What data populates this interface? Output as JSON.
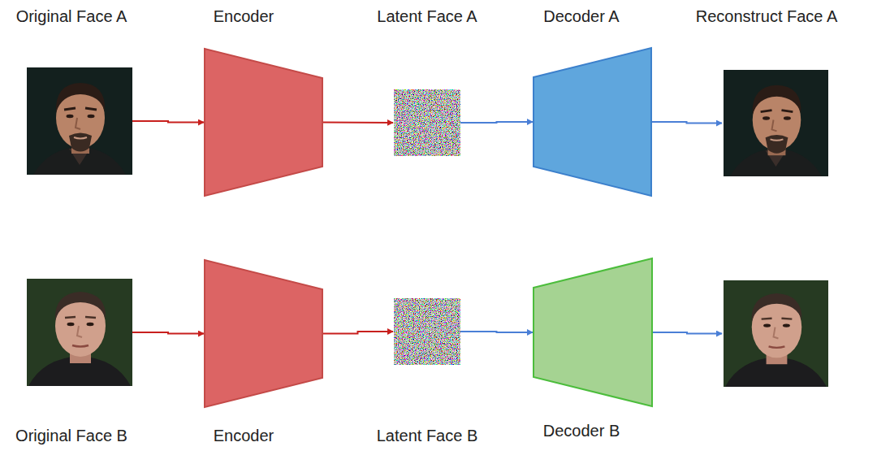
{
  "diagram": {
    "nodes": [
      {
        "text": [
          "Original Face A"
        ]
      },
      {
        "text": [
          "Encoder"
        ]
      },
      {
        "text": [
          "Latent Face A"
        ]
      },
      {
        "text": [
          "Decoder A"
        ]
      },
      {
        "text": [
          "Reconstruct Face A"
        ]
      },
      {
        "text": [
          "Original Face B"
        ]
      },
      {
        "text": [
          "Encoder"
        ]
      },
      {
        "text": [
          "Latent Face B"
        ]
      },
      {
        "text": [
          "Decoder B"
        ]
      },
      {
        "text": []
      }
    ],
    "edges": [
      {
        "from": 0,
        "to": 1,
        "arrow": "to"
      },
      {
        "from": 1,
        "to": 2,
        "arrow": "to"
      },
      {
        "from": 2,
        "to": 3,
        "arrow": "to"
      },
      {
        "from": 3,
        "to": 4,
        "arrow": "to"
      },
      {
        "from": 5,
        "to": 6,
        "arrow": "to"
      },
      {
        "from": 6,
        "to": 7,
        "arrow": "to"
      },
      {
        "from": 7,
        "to": 8,
        "arrow": "to"
      },
      {
        "from": 8,
        "to": 9,
        "arrow": "to"
      }
    ]
  }
}
